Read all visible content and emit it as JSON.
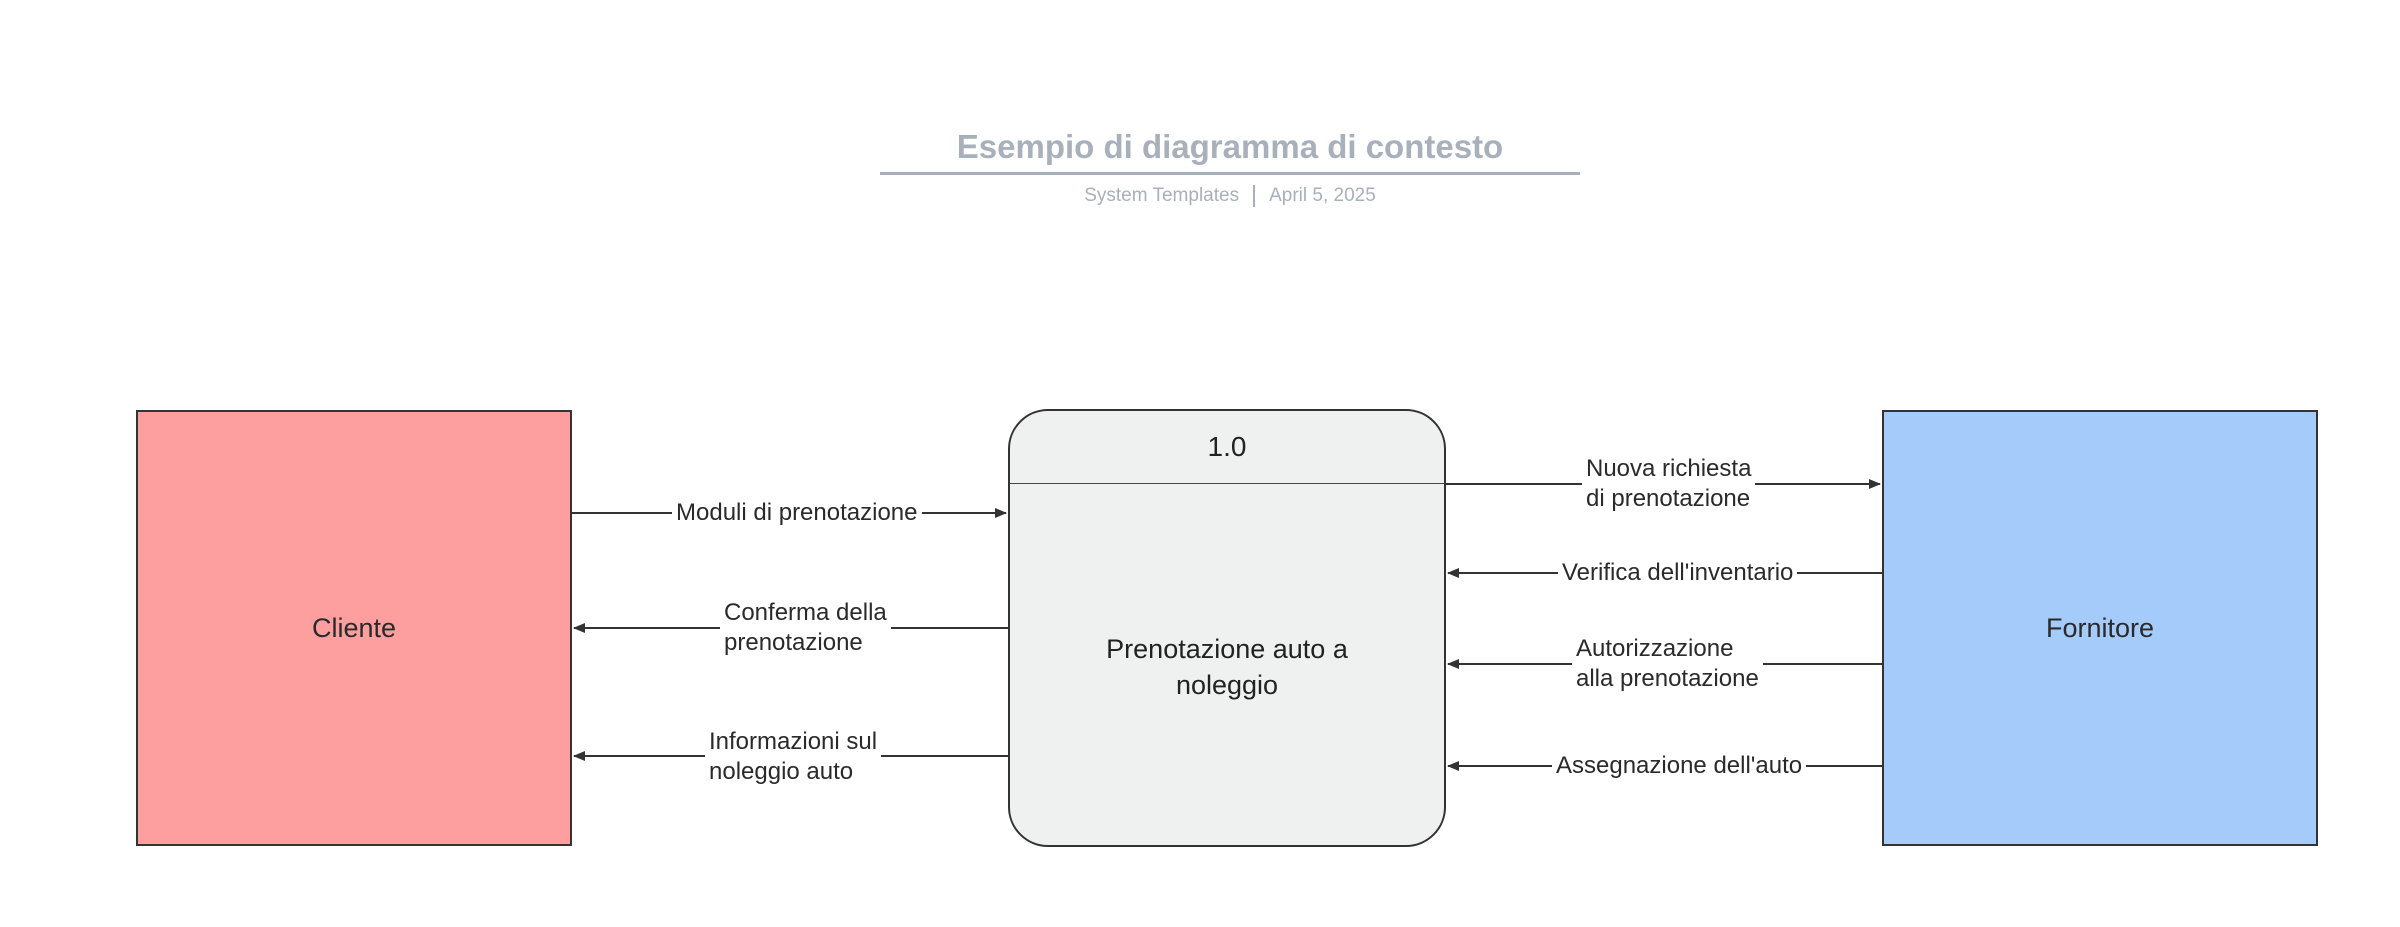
{
  "header": {
    "title": "Esempio di diagramma di contesto",
    "author": "System Templates",
    "date": "April 5, 2025"
  },
  "entities": {
    "client": "Cliente",
    "supplier": "Fornitore"
  },
  "process": {
    "id": "1.0",
    "name_line1": "Prenotazione auto a",
    "name_line2": "noleggio"
  },
  "flows": {
    "moduli": "Moduli di prenotazione",
    "conferma_line1": "Conferma della",
    "conferma_line2": "prenotazione",
    "info_line1": "Informazioni sul",
    "info_line2": "noleggio auto",
    "nuova_line1": "Nuova richiesta",
    "nuova_line2": "di prenotazione",
    "verifica": "Verifica dell'inventario",
    "autorizzazione_line1": "Autorizzazione",
    "autorizzazione_line2": "alla prenotazione",
    "assegnazione": "Assegnazione dell'auto"
  },
  "colors": {
    "client_fill": "#fe9f9f",
    "supplier_fill": "#a5cbfb",
    "process_fill": "#eff1f0",
    "title_gray": "#a8b0bb",
    "line": "#333333"
  }
}
